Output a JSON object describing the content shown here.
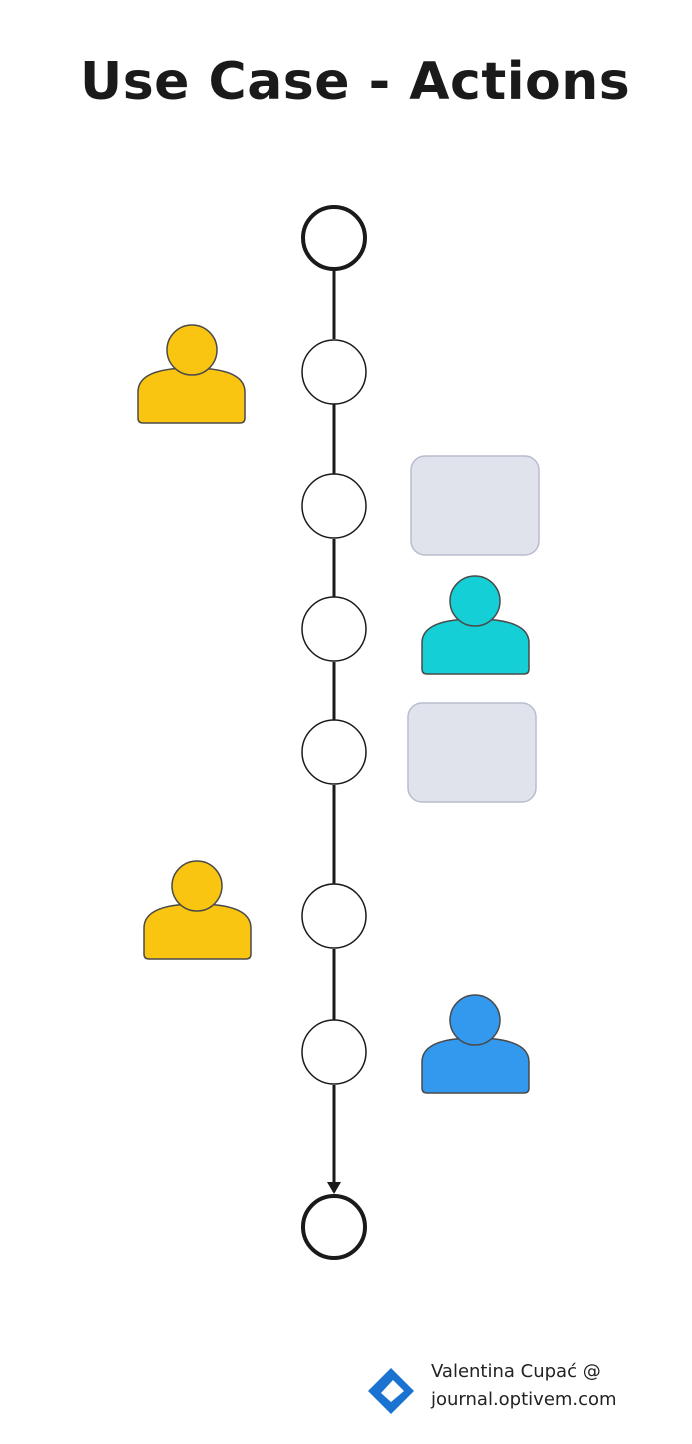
{
  "title": "Use Case - Actions",
  "diagram": {
    "line_color": "#1a1a1a",
    "node_fill": "#ffffff",
    "note_fill": "#e0e2ec",
    "note_stroke": "#b8bccd",
    "actor_colors": {
      "yellow": "#f9c510",
      "cyan": "#14cfd6",
      "blue": "#3399ee"
    },
    "nodes": [
      {
        "kind": "start"
      },
      {
        "kind": "step",
        "actor": "yellow",
        "actor_side": "left"
      },
      {
        "kind": "step",
        "note_side": "right"
      },
      {
        "kind": "step",
        "actor": "cyan",
        "actor_side": "right"
      },
      {
        "kind": "step",
        "note_side": "right"
      },
      {
        "kind": "step",
        "actor": "yellow",
        "actor_side": "left"
      },
      {
        "kind": "step",
        "actor": "blue",
        "actor_side": "right"
      },
      {
        "kind": "end"
      }
    ]
  },
  "credit": {
    "line1": "Valentina Cupać @",
    "line2": "journal.optivem.com",
    "logo_color": "#1a73d0"
  }
}
